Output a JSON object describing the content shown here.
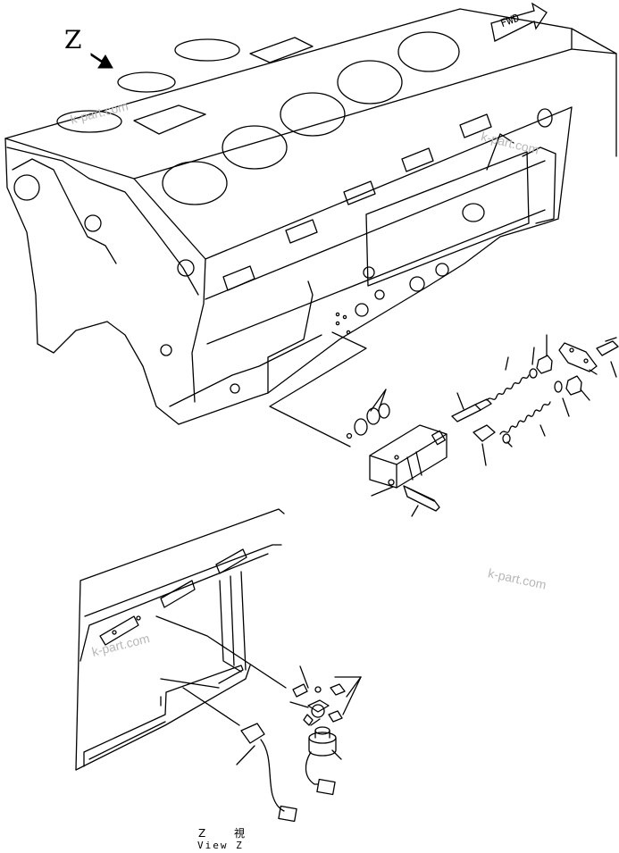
{
  "view_marker": "Z",
  "fwd_label": "FWD",
  "caption": {
    "jp": "Z 視",
    "en": "View Z"
  },
  "watermark": "k-part.com",
  "colors": {
    "line": "#000000",
    "background": "#ffffff",
    "watermark": "#b7b7b7"
  },
  "icons": [
    "view-direction-arrow-icon",
    "fwd-arrow-icon"
  ]
}
